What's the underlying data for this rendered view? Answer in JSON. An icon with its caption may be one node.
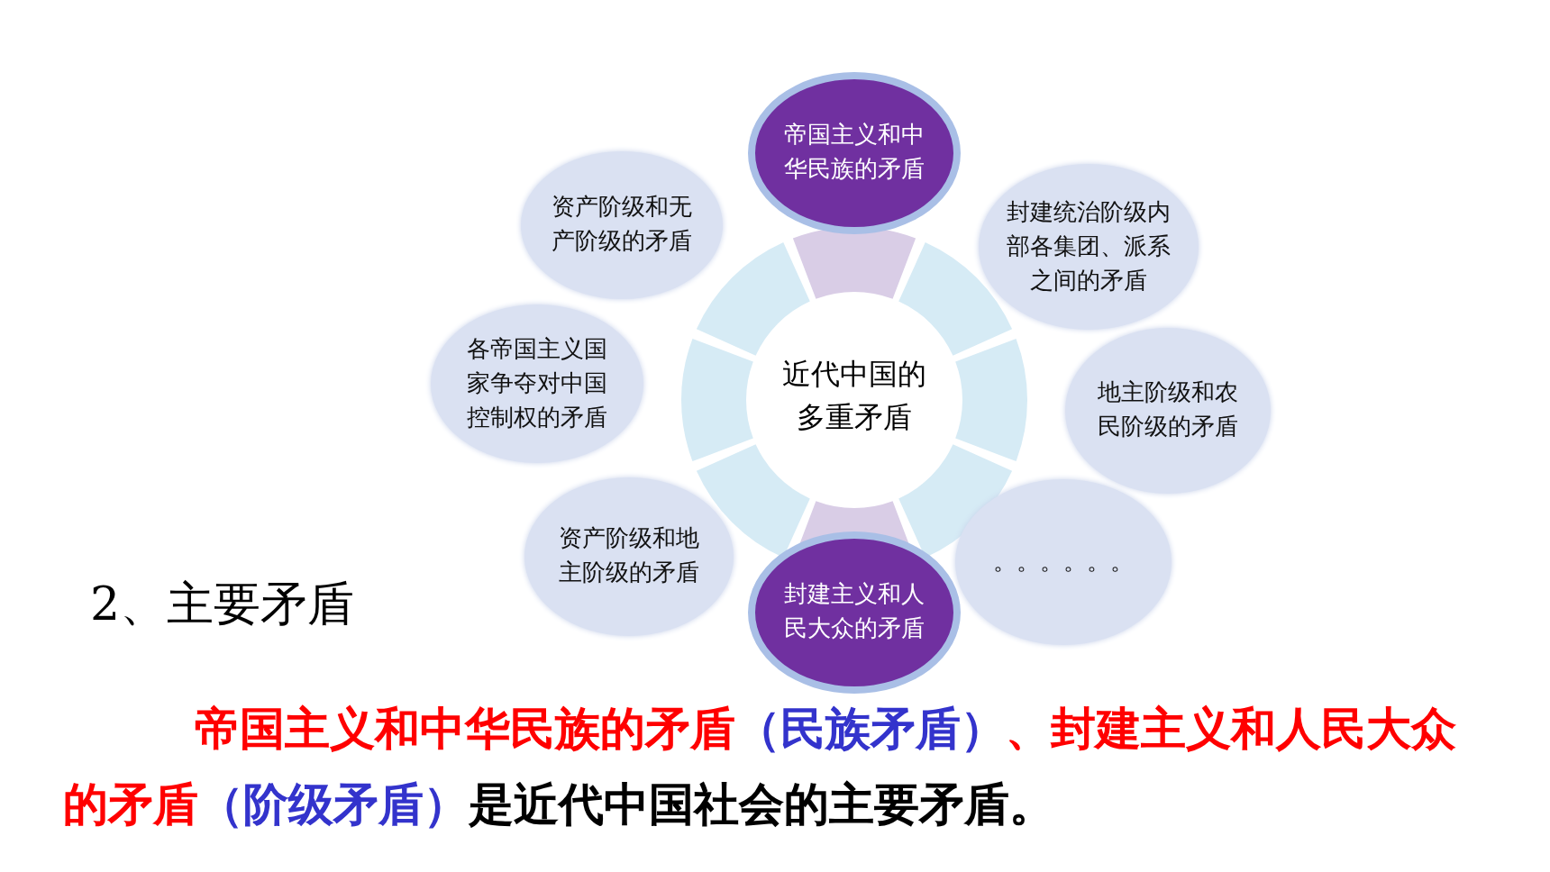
{
  "diagram": {
    "nodes": [
      {
        "text": [
          "帝国主义和中华民族的矛盾"
        ]
      },
      {
        "text": [
          "资产阶级和无产阶级的矛盾"
        ]
      },
      {
        "text": [
          "封建统治阶级内部各集团、派系之间的矛盾"
        ]
      },
      {
        "text": [
          "各帝国主义国家争夺对中国控制权的矛盾"
        ]
      },
      {
        "text": [
          "近代中国的多重矛盾"
        ]
      },
      {
        "text": [
          "地主阶级和农民阶级的矛盾"
        ]
      },
      {
        "text": [
          "资产阶级和地主阶级的矛盾"
        ]
      },
      {
        "text": [
          "。。。。。。"
        ]
      },
      {
        "text": [
          "封建主义和人民大众的矛盾"
        ]
      }
    ],
    "edges": [],
    "labels": [
      "2、主要矛盾",
      "帝国主义和中华民族的矛盾",
      "（民族矛盾）",
      "、封建主义和人民大众的矛盾",
      "（阶级矛盾）",
      "是近代中国社会的主要矛盾。"
    ]
  }
}
